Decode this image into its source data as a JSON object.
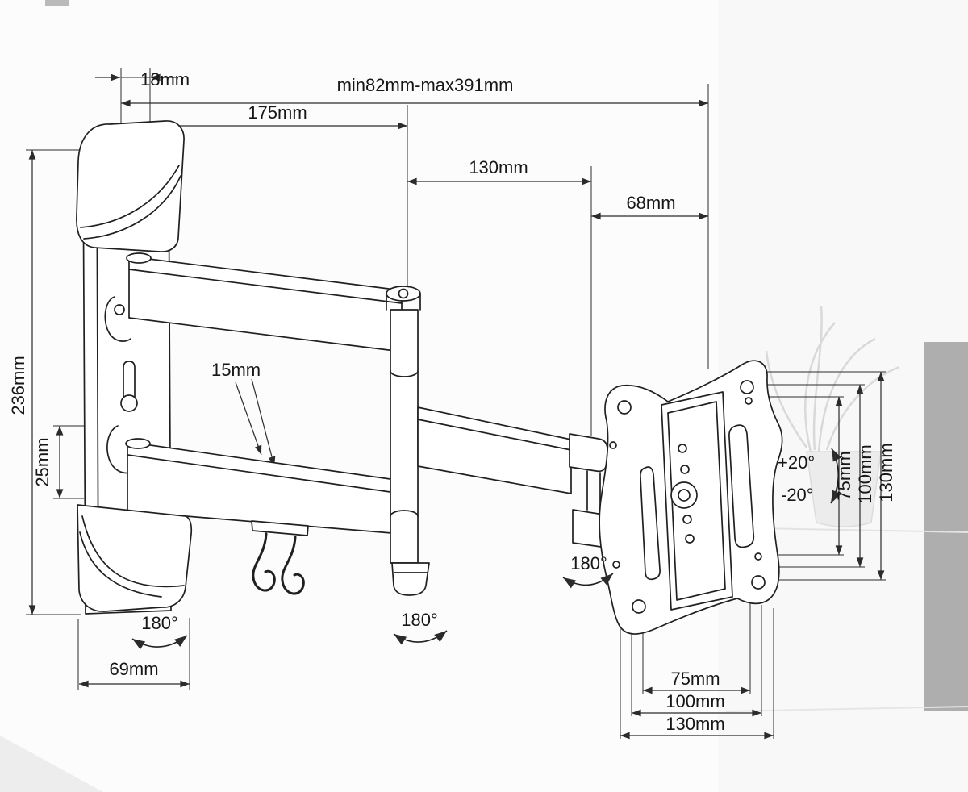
{
  "diagram": {
    "title": "tv-wall-mount-dimension-diagram",
    "dims": {
      "wall_offset_18": "18mm",
      "arm1_length_175": "175mm",
      "extension_range": "min82mm-max391mm",
      "arm2_length_130": "130mm",
      "head_depth_68": "68mm",
      "plate_height_236": "236mm",
      "slot_25": "25mm",
      "arm_width_15": "15mm",
      "plate_width_69": "69mm",
      "swivel_wall_180": "180°",
      "swivel_mid_180": "180°",
      "swivel_head_180": "180°",
      "tilt_up_20": "+20°",
      "tilt_down_20": "-20°",
      "vesa_vert_75": "75mm",
      "vesa_vert_100": "100mm",
      "vesa_vert_130": "130mm",
      "vesa_horiz_75": "75mm",
      "vesa_horiz_100": "100mm",
      "vesa_horiz_130": "130mm"
    }
  }
}
